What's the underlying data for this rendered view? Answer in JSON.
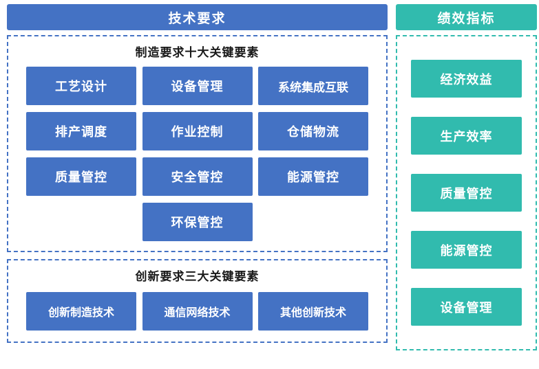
{
  "left_column": {
    "header": {
      "label": "技术要求",
      "color": "#4472C4"
    },
    "manufacturing": {
      "title": "制造要求十大关键要素",
      "accent": "#4472C4",
      "items": [
        {
          "label": "工艺设计"
        },
        {
          "label": "设备管理"
        },
        {
          "label": "系统集成互联"
        },
        {
          "label": "排产调度"
        },
        {
          "label": "作业控制"
        },
        {
          "label": "仓储物流"
        },
        {
          "label": "质量管控"
        },
        {
          "label": "安全管控"
        },
        {
          "label": "能源管控"
        },
        {
          "label": "环保管控"
        }
      ]
    },
    "innovation": {
      "title": "创新要求三大关键要素",
      "accent": "#4472C4",
      "items": [
        {
          "label": "创新制造技术"
        },
        {
          "label": "通信网络技术"
        },
        {
          "label": "其他创新技术"
        }
      ]
    }
  },
  "right_column": {
    "header": {
      "label": "绩效指标",
      "color": "#31BBAE"
    },
    "kpi": {
      "accent": "#31BBAE",
      "items": [
        {
          "label": "经济效益"
        },
        {
          "label": "生产效率"
        },
        {
          "label": "质量管控"
        },
        {
          "label": "能源管控"
        },
        {
          "label": "设备管理"
        }
      ]
    }
  }
}
